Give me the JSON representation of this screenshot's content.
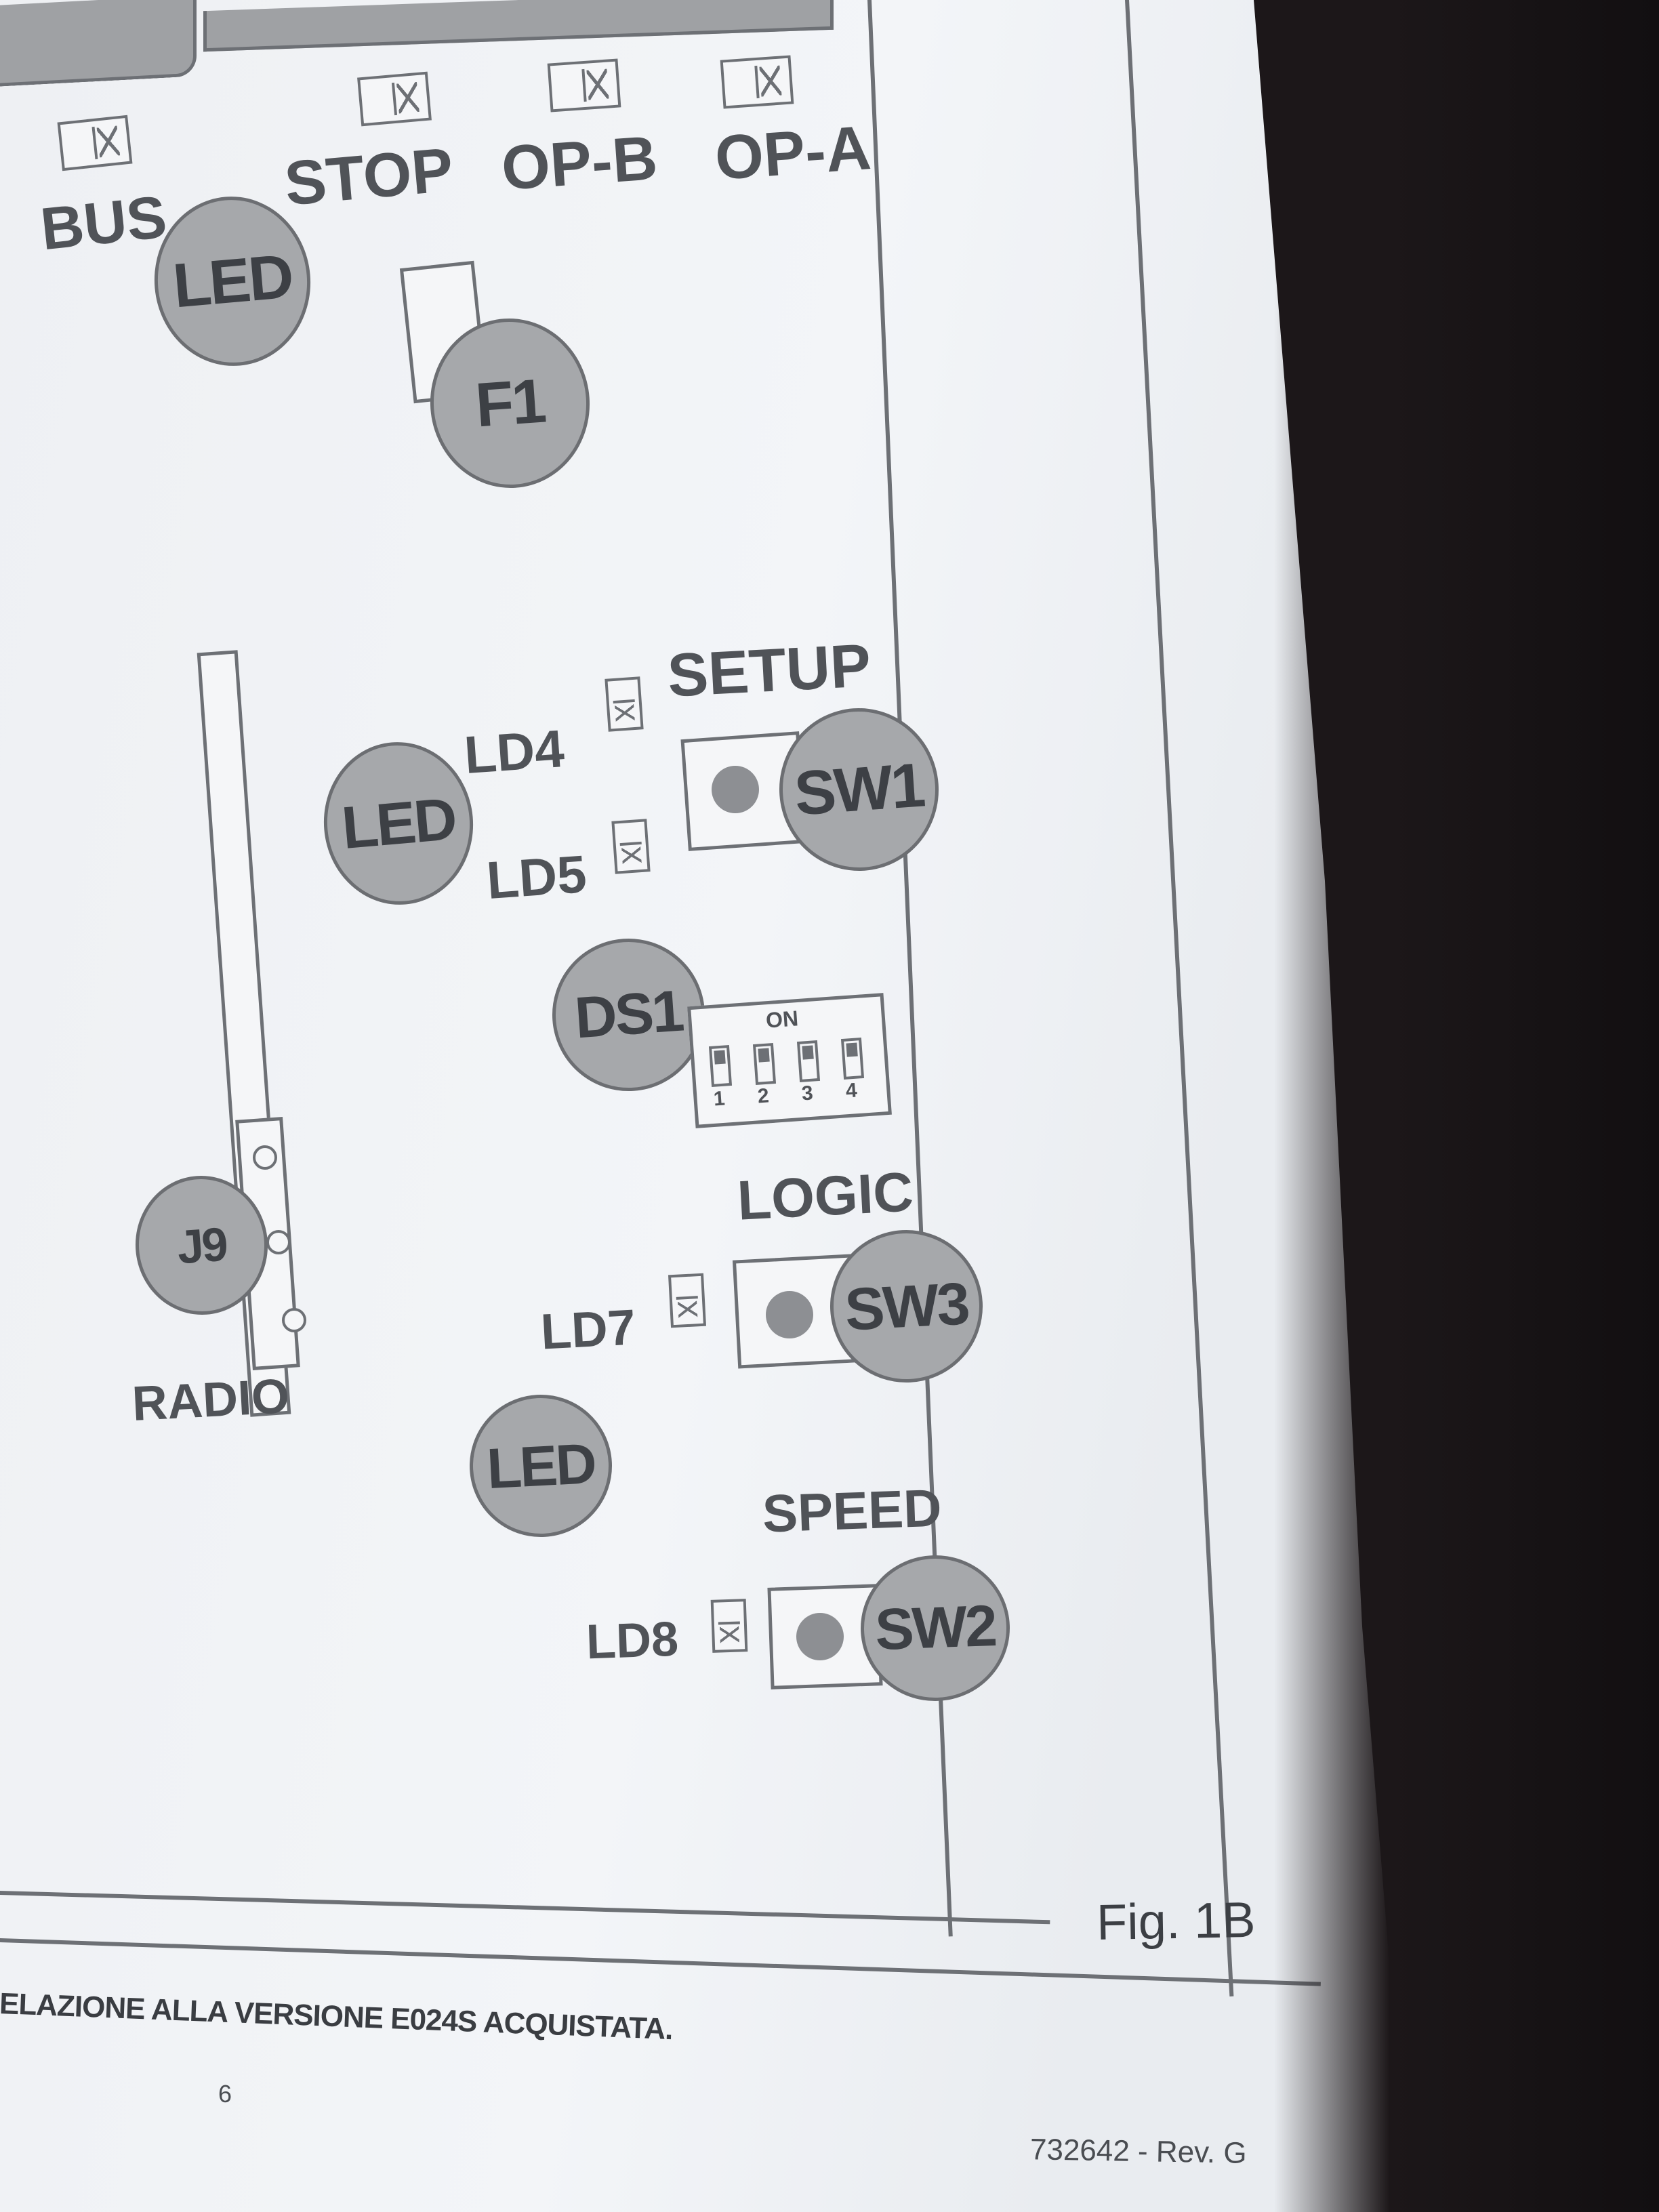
{
  "diagram": {
    "terminal_labels": {
      "bus": "BUS",
      "stop": "STOP",
      "op_b": "OP-B",
      "op_a": "OP-A"
    },
    "callouts": {
      "led_top": "LED",
      "fuse": "F1",
      "led_setup": "LED",
      "sw1": "SW1",
      "ds1": "DS1",
      "j9": "J9",
      "sw3": "SW3",
      "led_logic": "LED",
      "sw2": "SW2"
    },
    "section_labels": {
      "setup": "SETUP",
      "logic": "LOGIC",
      "speed": "SPEED",
      "radio": "RADIO"
    },
    "led_labels": {
      "ld4": "LD4",
      "ld5": "LD5",
      "ld7": "LD7",
      "ld8": "LD8"
    },
    "dip_switch": {
      "on_label": "ON",
      "positions": [
        "1",
        "2",
        "3",
        "4"
      ]
    },
    "figure_label": "Fig. 1B"
  },
  "footer": {
    "note": "ELAZIONE ALLA VERSIONE E024S ACQUISTATA.",
    "page_number": "6",
    "doc_code": "732642 - Rev. G"
  }
}
